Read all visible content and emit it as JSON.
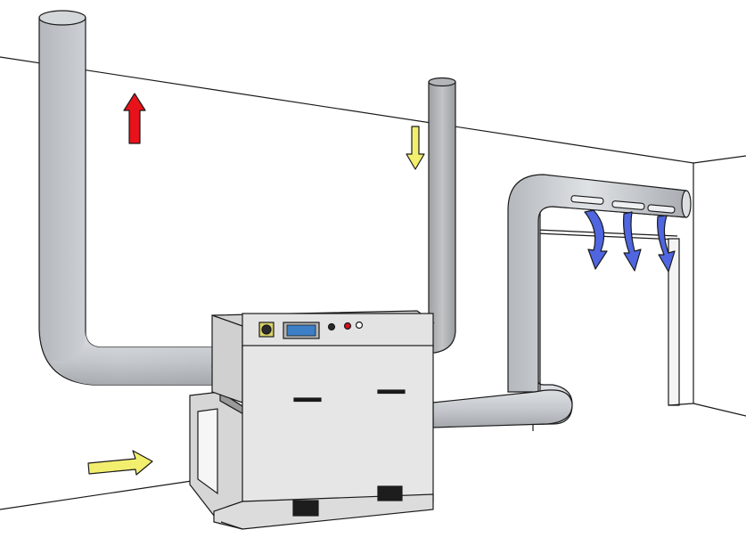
{
  "diagram": {
    "kind": "dehumidifier duct installation illustration",
    "colors": {
      "background": "#ffffff",
      "line": "#1a1a1a",
      "duct_light": "#c9cdd2",
      "duct_dark": "#a8acb1",
      "duct_highlight": "#e6e8ea",
      "unit_body": "#e4e4e4",
      "unit_side": "#cfcfcf",
      "unit_top": "#d8d8d8",
      "screen": "#3c7fc6",
      "arrow_hot": "#e8121b",
      "arrow_intake": "#f3ef6e",
      "arrow_supply": "#4f66e0",
      "indicator_red": "#d0101a"
    },
    "icons": {
      "unit": "dehumidifier-unit-icon",
      "knob": "rotary-knob-icon",
      "screen": "control-display-icon",
      "vent": "supply-vent-grille-icon",
      "arrow": "airflow-arrow-icon"
    },
    "flows": [
      {
        "id": "exhaust-hot-air",
        "direction": "up",
        "color_key": "arrow_hot"
      },
      {
        "id": "reactivation-intake",
        "direction": "down",
        "color_key": "arrow_intake"
      },
      {
        "id": "process-air-intake",
        "direction": "right",
        "color_key": "arrow_intake"
      },
      {
        "id": "dry-air-supply",
        "direction": "down",
        "count": 3,
        "color_key": "arrow_supply"
      }
    ]
  }
}
